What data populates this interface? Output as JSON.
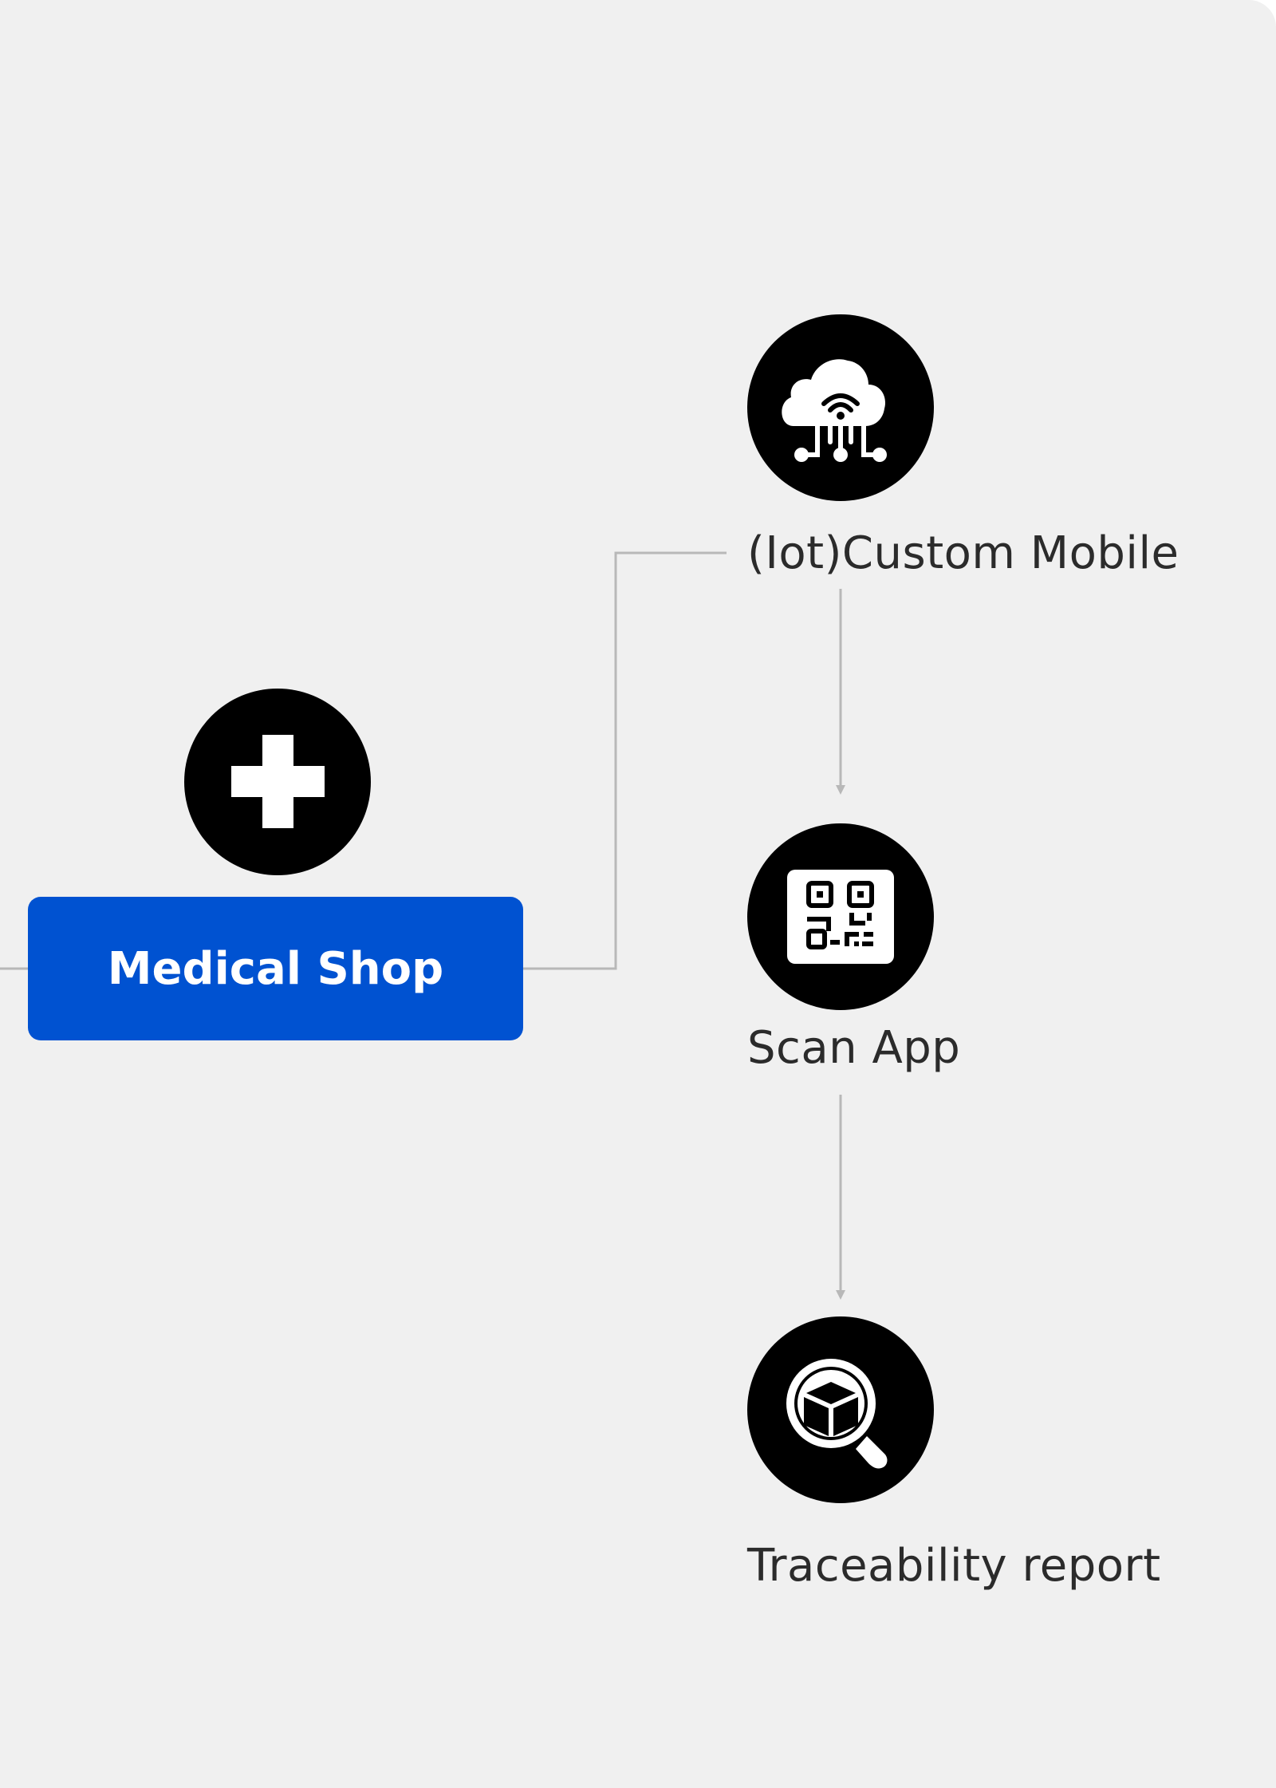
{
  "diagram": {
    "nodes": {
      "medical_shop": {
        "label": "Medical Shop",
        "icon": "medical-cross-icon",
        "color": "#0052d1"
      },
      "iot_custom_mobile": {
        "label": "(Iot)Custom Mobile",
        "icon": "cloud-iot-icon"
      },
      "scan_app": {
        "label": "Scan App",
        "icon": "qr-code-icon"
      },
      "traceability_report": {
        "label": "Traceability report",
        "icon": "package-search-icon"
      }
    },
    "edges": [
      {
        "from": "medical_shop",
        "to": "iot_custom_mobile",
        "style": "elbow-line"
      },
      {
        "from": "iot_custom_mobile",
        "to": "scan_app",
        "style": "arrow"
      },
      {
        "from": "scan_app",
        "to": "traceability_report",
        "style": "arrow"
      }
    ],
    "colors": {
      "background": "#f0f0f0",
      "icon_circle": "#000000",
      "connector": "#b8b8b8",
      "label_text": "#2b2b2b"
    }
  }
}
